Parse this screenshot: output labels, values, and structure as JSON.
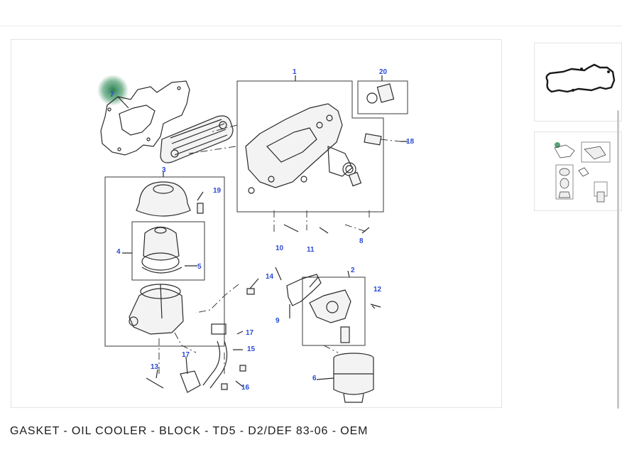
{
  "product": {
    "title": "GASKET - OIL COOLER - BLOCK - TD5 - D2/DEF 83-06 - OEM"
  },
  "diagram": {
    "callouts": [
      "1",
      "2",
      "3",
      "4",
      "5",
      "6",
      "7",
      "8",
      "9",
      "10",
      "11",
      "12",
      "13",
      "14",
      "15",
      "16",
      "17",
      "17",
      "18",
      "19",
      "20"
    ]
  },
  "highlight_color": "#2e8b57",
  "callout_color": "#2b49d6"
}
